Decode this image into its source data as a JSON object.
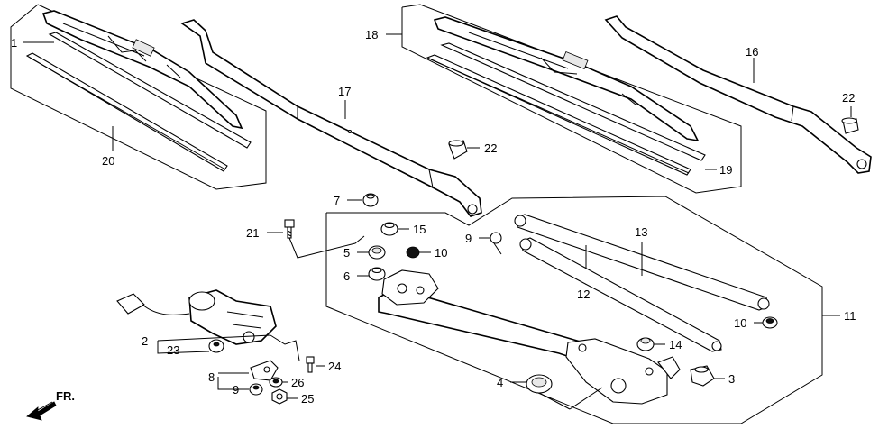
{
  "callouts": {
    "c1": "1",
    "c2": "2",
    "c3": "3",
    "c4": "4",
    "c5": "5",
    "c6": "6",
    "c7": "7",
    "c8": "8",
    "c9a": "9",
    "c9b": "9",
    "c10a": "10",
    "c10b": "10",
    "c11": "11",
    "c12": "12",
    "c13": "13",
    "c14": "14",
    "c15": "15",
    "c16": "16",
    "c17": "17",
    "c18": "18",
    "c19": "19",
    "c20": "20",
    "c21": "21",
    "c22a": "22",
    "c22b": "22",
    "c23": "23",
    "c24": "24",
    "c25": "25",
    "c26": "26"
  },
  "direction_label": "FR."
}
